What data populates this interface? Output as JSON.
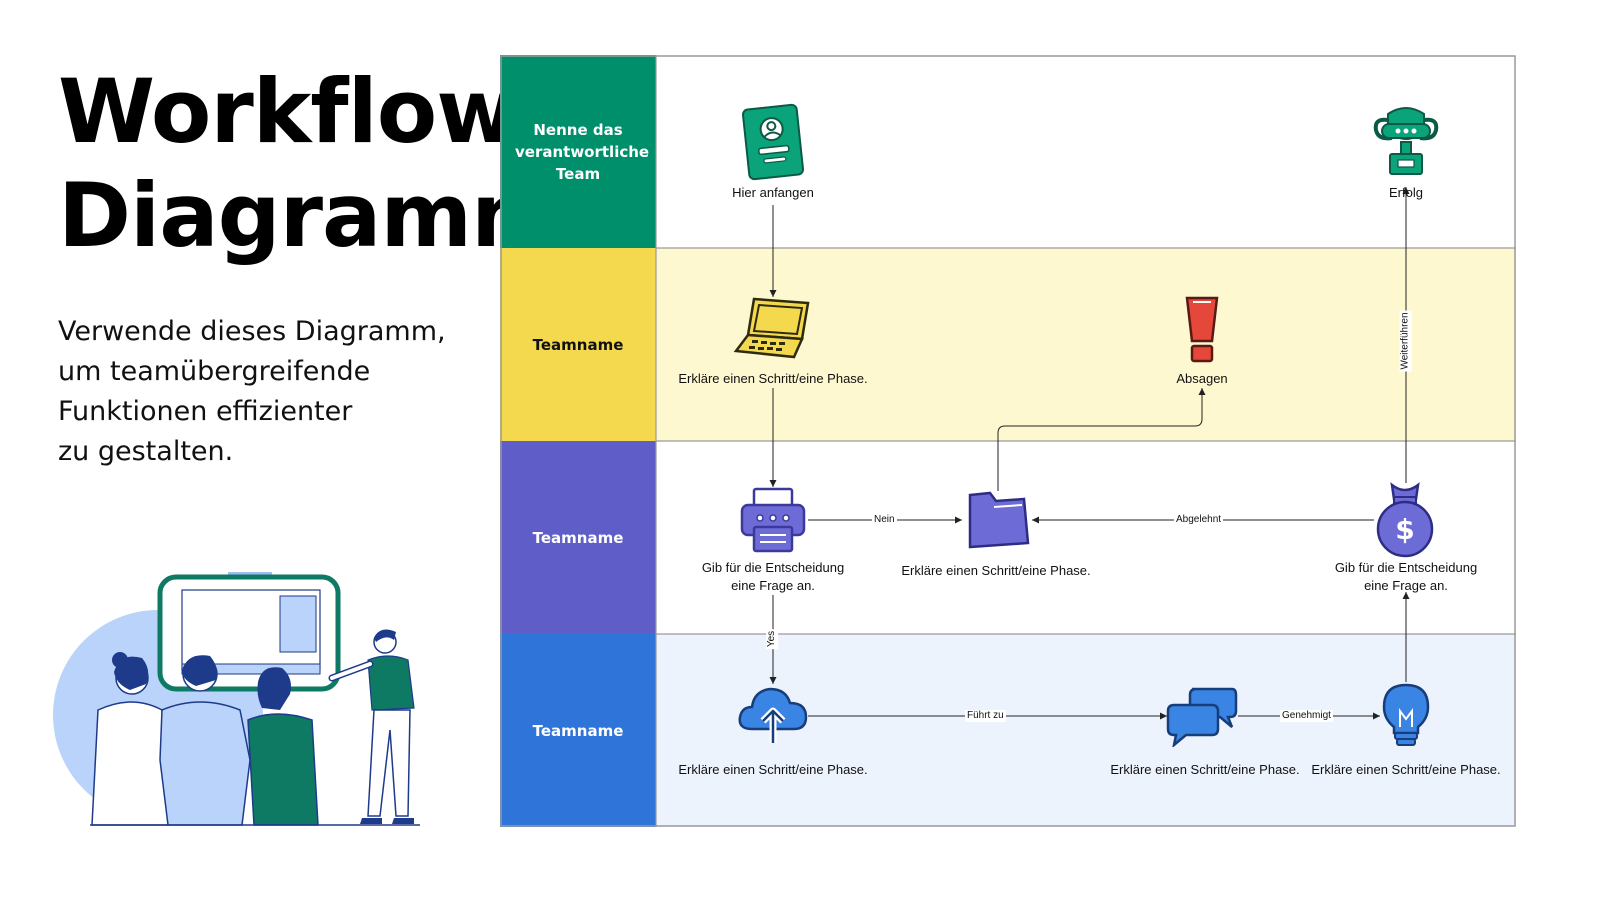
{
  "heading": {
    "title_line1": "Workflow-",
    "title_line2": "Diagramm",
    "subtitle_line1": "Verwende dieses Diagramm,",
    "subtitle_line2": "um teamübergreifende",
    "subtitle_line3": "Funktionen effizienter",
    "subtitle_line4": "zu gestalten."
  },
  "lanes": [
    {
      "label": "Nenne das verantwortliche Team",
      "color": "#008f6b",
      "text_color": "#ffffff",
      "bg": "#ffffff"
    },
    {
      "label": "Teamname",
      "color": "#f4d94f",
      "text_color": "#111111",
      "bg": "#fdf8cf"
    },
    {
      "label": "Teamname",
      "color": "#5f5ec8",
      "text_color": "#ffffff",
      "bg": "#ffffff"
    },
    {
      "label": "Teamname",
      "color": "#2f74d8",
      "text_color": "#ffffff",
      "bg": "#edf3fc"
    }
  ],
  "nodes": {
    "start": {
      "icon": "id-card-icon",
      "label": "Hier anfangen"
    },
    "success": {
      "icon": "trophy-icon",
      "label": "Erfolg"
    },
    "laptop": {
      "icon": "laptop-icon",
      "label": "Erkläre einen Schritt/eine Phase."
    },
    "cancel": {
      "icon": "exclamation-icon",
      "label": "Absagen"
    },
    "printer": {
      "icon": "printer-icon",
      "label_line1": "Gib für die Entscheidung",
      "label_line2": "eine Frage an."
    },
    "folder": {
      "icon": "folder-icon",
      "label": "Erkläre einen Schritt/eine Phase."
    },
    "moneybag": {
      "icon": "money-bag-icon",
      "label_line1": "Gib für die Entscheidung",
      "label_line2": "eine Frage an."
    },
    "cloud": {
      "icon": "cloud-upload-icon",
      "label": "Erkläre einen Schritt/eine Phase."
    },
    "chat": {
      "icon": "chat-bubbles-icon",
      "label": "Erkläre einen Schritt/eine Phase."
    },
    "bulb": {
      "icon": "light-bulb-icon",
      "label": "Erkläre einen Schritt/eine Phase."
    }
  },
  "edges": {
    "nein": "Nein",
    "abgelehnt": "Abgelehnt",
    "yes": "Yes",
    "fuehrt_zu": "Führt zu",
    "genehmigt": "Genehmigt",
    "weiterfuehren": "Weiterführen"
  },
  "colors": {
    "green": "#008f6b",
    "yellow": "#f4d94f",
    "purple": "#5f5ec8",
    "blue": "#2f74d8",
    "red": "#e5483a"
  }
}
